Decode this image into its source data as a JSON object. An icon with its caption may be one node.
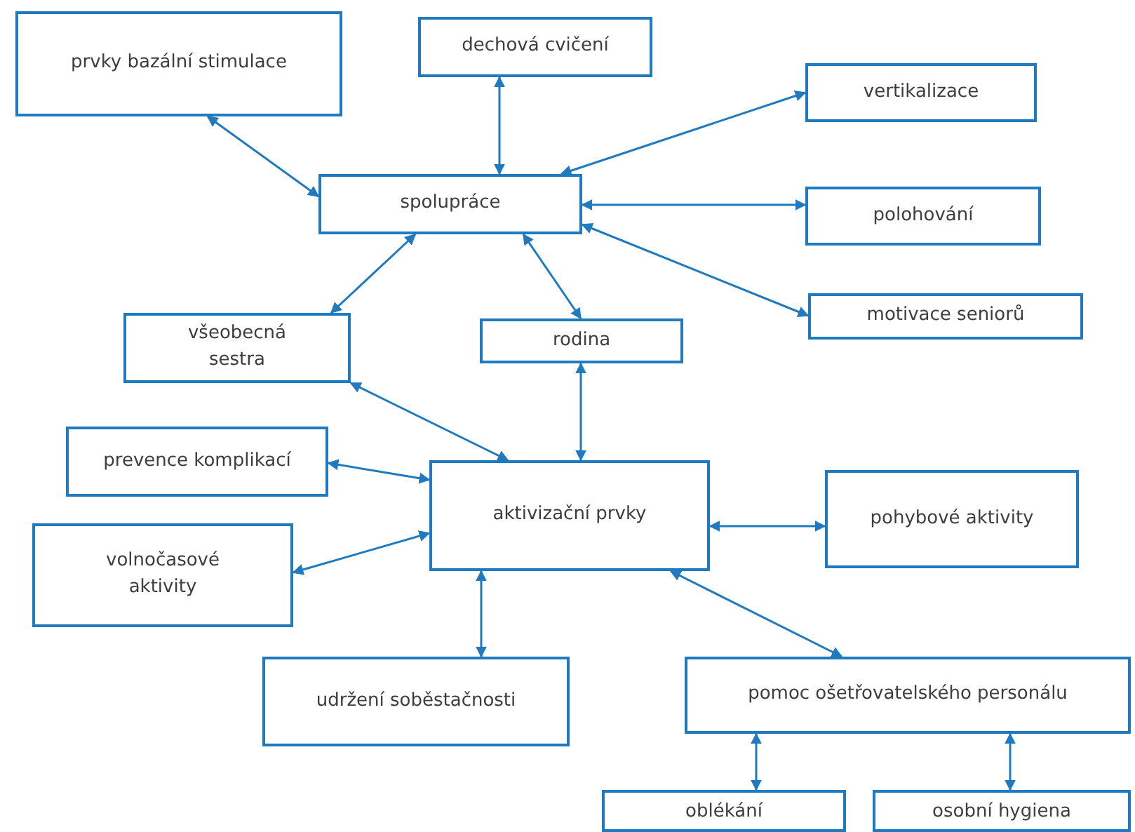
{
  "diagram": {
    "nodes": [
      {
        "text": [
          "prvky bazální stimulace"
        ]
      },
      {
        "text": [
          "dechová cvičení"
        ]
      },
      {
        "text": [
          "vertikalizace"
        ]
      },
      {
        "text": [
          "spolupráce"
        ]
      },
      {
        "text": [
          "polohování"
        ]
      },
      {
        "text": [
          "motivace seniorů"
        ]
      },
      {
        "text": [
          "všeobecná sestra"
        ]
      },
      {
        "text": [
          "rodina"
        ]
      },
      {
        "text": [
          "prevence komplikací"
        ]
      },
      {
        "text": [
          "aktivizační prvky"
        ]
      },
      {
        "text": [
          "volnočasové aktivity"
        ]
      },
      {
        "text": [
          "pohybové aktivity"
        ]
      },
      {
        "text": [
          "udržení soběstačnosti"
        ]
      },
      {
        "text": [
          "pomoc ošetřovatelského personálu"
        ]
      },
      {
        "text": [
          "oblékání"
        ]
      },
      {
        "text": [
          "osobní hygiena"
        ]
      }
    ],
    "edges": [
      {
        "from": 0,
        "to": 3,
        "arrow": "both"
      },
      {
        "from": 1,
        "to": 3,
        "arrow": "both"
      },
      {
        "from": 2,
        "to": 3,
        "arrow": "both"
      },
      {
        "from": 3,
        "to": 4,
        "arrow": "both"
      },
      {
        "from": 3,
        "to": 5,
        "arrow": "both"
      },
      {
        "from": 3,
        "to": 6,
        "arrow": "both"
      },
      {
        "from": 3,
        "to": 7,
        "arrow": "both"
      },
      {
        "from": 6,
        "to": 9,
        "arrow": "both"
      },
      {
        "from": 7,
        "to": 9,
        "arrow": "both"
      },
      {
        "from": 8,
        "to": 9,
        "arrow": "both"
      },
      {
        "from": 10,
        "to": 9,
        "arrow": "both"
      },
      {
        "from": 9,
        "to": 11,
        "arrow": "both"
      },
      {
        "from": 9,
        "to": 12,
        "arrow": "both"
      },
      {
        "from": 9,
        "to": 13,
        "arrow": "both"
      },
      {
        "from": 13,
        "to": 14,
        "arrow": "both"
      },
      {
        "from": 13,
        "to": 15,
        "arrow": "both"
      }
    ]
  }
}
